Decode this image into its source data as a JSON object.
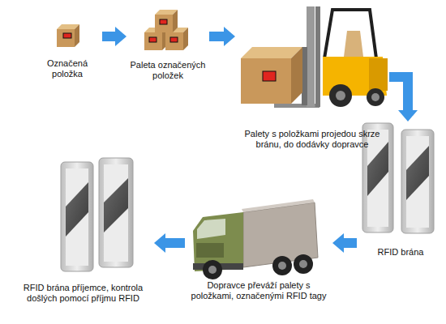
{
  "diagram": {
    "nodes": [
      {
        "text": [
          "Označená položka"
        ]
      },
      {
        "text": [
          "Paleta označených položek"
        ]
      },
      {
        "text": [
          "Palety s položkami projedou skrze bránu, do dodávky dopravce"
        ]
      },
      {
        "text": [
          "RFID brána"
        ]
      },
      {
        "text": [
          "Dopravce převáží palety s položkami, označenými RFID tagy"
        ]
      },
      {
        "text": [
          "RFID brána příjemce, kontrola došlých pomocí příjmu RFID"
        ]
      }
    ],
    "edges": [
      {
        "from": 0,
        "to": 1,
        "arrow": "to"
      },
      {
        "from": 1,
        "to": 2,
        "arrow": "to"
      },
      {
        "from": 2,
        "to": 3,
        "arrow": "to"
      },
      {
        "from": 3,
        "to": 4,
        "arrow": "to"
      },
      {
        "from": 4,
        "to": 5,
        "arrow": "to"
      }
    ]
  }
}
